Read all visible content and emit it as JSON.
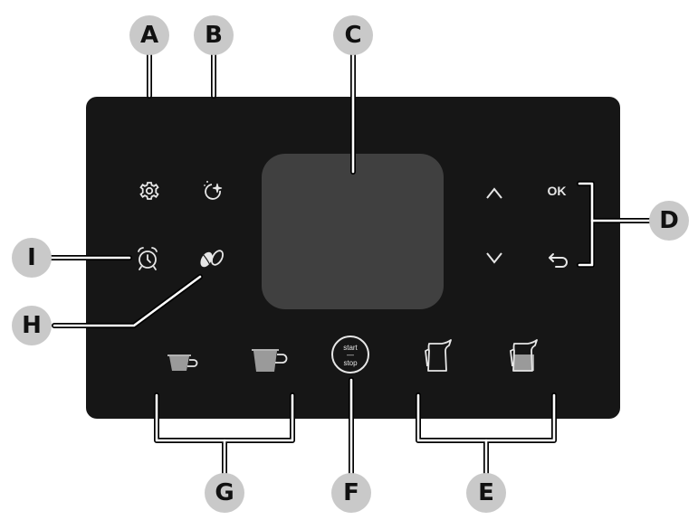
{
  "callouts": {
    "a": "A",
    "b": "B",
    "c": "C",
    "d": "D",
    "e": "E",
    "f": "F",
    "g": "G",
    "h": "H",
    "i": "I"
  },
  "panel": {
    "ok_label": "OK",
    "start_label": "start",
    "stop_label": "stop",
    "divider_glyph": "—"
  },
  "icons": {
    "a": "settings-gear-icon",
    "b": "descale-icon",
    "c": "display-screen",
    "up": "arrow-up-icon",
    "down": "arrow-down-icon",
    "back": "back-arrow-icon",
    "i": "alarm-clock-icon",
    "h": "coffee-beans-icon",
    "g1": "small-cup-icon",
    "g2": "large-cup-icon",
    "f": "start-stop-button",
    "e1": "milk-jug-empty-icon",
    "e2": "milk-jug-full-icon"
  },
  "colors": {
    "panel": "#161616",
    "display": "#404040",
    "icon": "#e6e6e6",
    "callout_bg": "#c9c9c9",
    "callout_text": "#111111",
    "leader_line": "#ffffff",
    "leader_outline": "#000000"
  }
}
